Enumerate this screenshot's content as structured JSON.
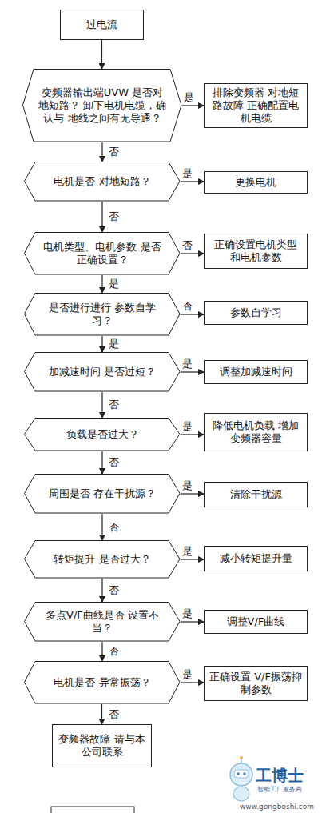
{
  "diagram": {
    "nodes": [
      {
        "text": [
          "过电流"
        ]
      },
      {
        "text": [
          "变频器输出端UVW 是否对地短路？ 卸下电机电缆，确认与 地线之间有无导通？"
        ]
      },
      {
        "text": [
          "排除变频器 对地短路故障 正确配置电机电缆"
        ]
      },
      {
        "text": [
          "电机是否 对地短路？"
        ]
      },
      {
        "text": [
          "更换电机"
        ]
      },
      {
        "text": [
          "电机类型、电机参数 是否正确设置？"
        ]
      },
      {
        "text": [
          "正确设置电机类型 和电机参数"
        ]
      },
      {
        "text": [
          "是否进行进行 参数自学习？"
        ]
      },
      {
        "text": [
          "参数自学习"
        ]
      },
      {
        "text": [
          "加减速时间 是否过短？"
        ]
      },
      {
        "text": [
          "调整加减速时间"
        ]
      },
      {
        "text": [
          "负载是否过大？"
        ]
      },
      {
        "text": [
          "降低电机负载 增加变频器容量"
        ]
      },
      {
        "text": [
          "周围是否 存在干扰源？"
        ]
      },
      {
        "text": [
          "清除干扰源"
        ]
      },
      {
        "text": [
          "转矩提升 是否过大？"
        ]
      },
      {
        "text": [
          "减小转矩提升量"
        ]
      },
      {
        "text": [
          "多点V/F曲线是否 设置不当？"
        ]
      },
      {
        "text": [
          "调整V/F曲线"
        ]
      },
      {
        "text": [
          "电机是否 异常振荡？"
        ]
      },
      {
        "text": [
          "正确设置 V/F振荡抑制参数"
        ]
      },
      {
        "text": [
          "变频器故障 请与本公司联系"
        ]
      }
    ],
    "edges": [
      {
        "from": 0,
        "to": 1,
        "arrow": "to"
      },
      {
        "from": 1,
        "to": 2,
        "label": "是",
        "arrow": "to"
      },
      {
        "from": 1,
        "to": 3,
        "label": "否",
        "arrow": "to"
      },
      {
        "from": 3,
        "to": 4,
        "label": "是",
        "arrow": "to"
      },
      {
        "from": 3,
        "to": 5,
        "label": "否",
        "arrow": "to"
      },
      {
        "from": 5,
        "to": 6,
        "label": "否",
        "arrow": "to"
      },
      {
        "from": 5,
        "to": 7,
        "label": "是",
        "arrow": "to"
      },
      {
        "from": 7,
        "to": 8,
        "label": "否",
        "arrow": "to"
      },
      {
        "from": 7,
        "to": 9,
        "label": "是",
        "arrow": "to"
      },
      {
        "from": 9,
        "to": 10,
        "label": "是",
        "arrow": "to"
      },
      {
        "from": 9,
        "to": 11,
        "label": "否",
        "arrow": "to"
      },
      {
        "from": 11,
        "to": 12,
        "label": "是",
        "arrow": "to"
      },
      {
        "from": 11,
        "to": 13,
        "label": "否",
        "arrow": "to"
      },
      {
        "from": 13,
        "to": 14,
        "label": "是",
        "arrow": "to"
      },
      {
        "from": 13,
        "to": 15,
        "label": "否",
        "arrow": "to"
      },
      {
        "from": 15,
        "to": 16,
        "label": "是",
        "arrow": "to"
      },
      {
        "from": 15,
        "to": 17,
        "label": "否",
        "arrow": "to"
      },
      {
        "from": 17,
        "to": 18,
        "label": "是",
        "arrow": "to"
      },
      {
        "from": 17,
        "to": 19,
        "label": "否",
        "arrow": "to"
      },
      {
        "from": 19,
        "to": 20,
        "label": "是",
        "arrow": "to"
      },
      {
        "from": 19,
        "to": 21,
        "label": "否",
        "arrow": "to"
      }
    ],
    "labels": [
      "工博士",
      "智能工厂服务商",
      "www.gongboshi.com"
    ]
  }
}
